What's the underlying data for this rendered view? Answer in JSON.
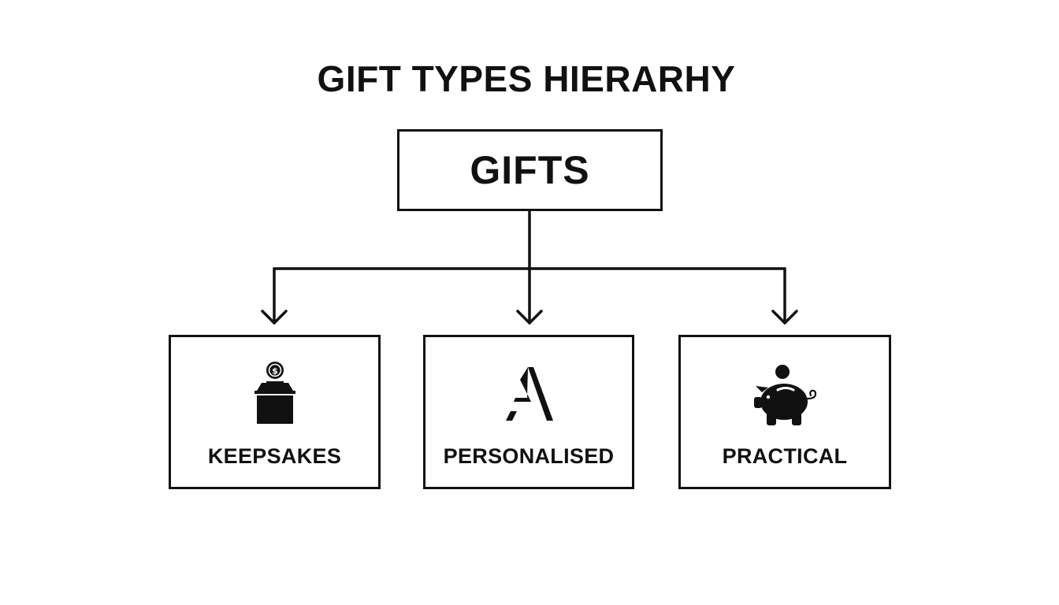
{
  "title": "GIFT TYPES HIERARHY",
  "root": {
    "label": "GIFTS"
  },
  "children": [
    {
      "label": "KEEPSAKES",
      "icon": "donation-box-coin-icon"
    },
    {
      "label": "PERSONALISED",
      "icon": "letter-a-icon"
    },
    {
      "label": "PRACTICAL",
      "icon": "piggy-bank-icon"
    }
  ],
  "colors": {
    "stroke": "#111111",
    "background": "#ffffff"
  }
}
